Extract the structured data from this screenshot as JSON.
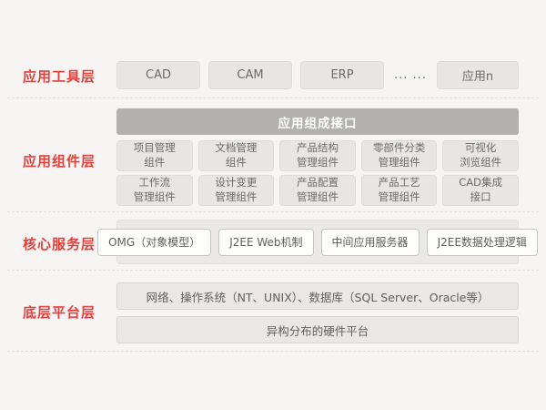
{
  "colors": {
    "background": "#f6f5f4",
    "label_red": "#e2413c",
    "divider": "#dfddda",
    "box_fill": "#e7e6e5",
    "box_border": "#dddcda",
    "box_text": "#6b6b6b",
    "header_fill": "#b2b1af",
    "header_text": "#ffffff",
    "container_fill": "#eae9e7",
    "container_border": "#e0dfdd",
    "white_box_fill": "#fdfdfc",
    "white_box_border": "#c6c5c3",
    "service_text": "#5e5e5e",
    "bar_fill": "#e9e8e6",
    "bar_border": "#d6d5d3",
    "bar_text": "#606060"
  },
  "layers": [
    {
      "label": "应用工具层",
      "boxes": [
        "CAD",
        "CAM",
        "ERP"
      ],
      "ellipsis": "... ...",
      "last_box": "应用n"
    },
    {
      "label": "应用组件层",
      "header": "应用组成接口",
      "row1": [
        "项目管理\n组件",
        "文档管理\n组件",
        "产品结构\n管理组件",
        "零部件分类\n管理组件",
        "可视化\n浏览组件"
      ],
      "row2": [
        "工作流\n管理组件",
        "设计变更\n管理组件",
        "产品配置\n管理组件",
        "产品工艺\n管理组件",
        "CAD集成\n接口"
      ]
    },
    {
      "label": "核心服务层",
      "boxes": [
        "OMG（对象模型）",
        "J2EE Web机制",
        "中间应用服务器",
        "J2EE数据处理逻辑"
      ]
    },
    {
      "label": "底层平台层",
      "bars": [
        "网络、操作系统（NT、UNIX）、数据库（SQL Server、Oracle等）",
        "异构分布的硬件平台"
      ]
    }
  ]
}
